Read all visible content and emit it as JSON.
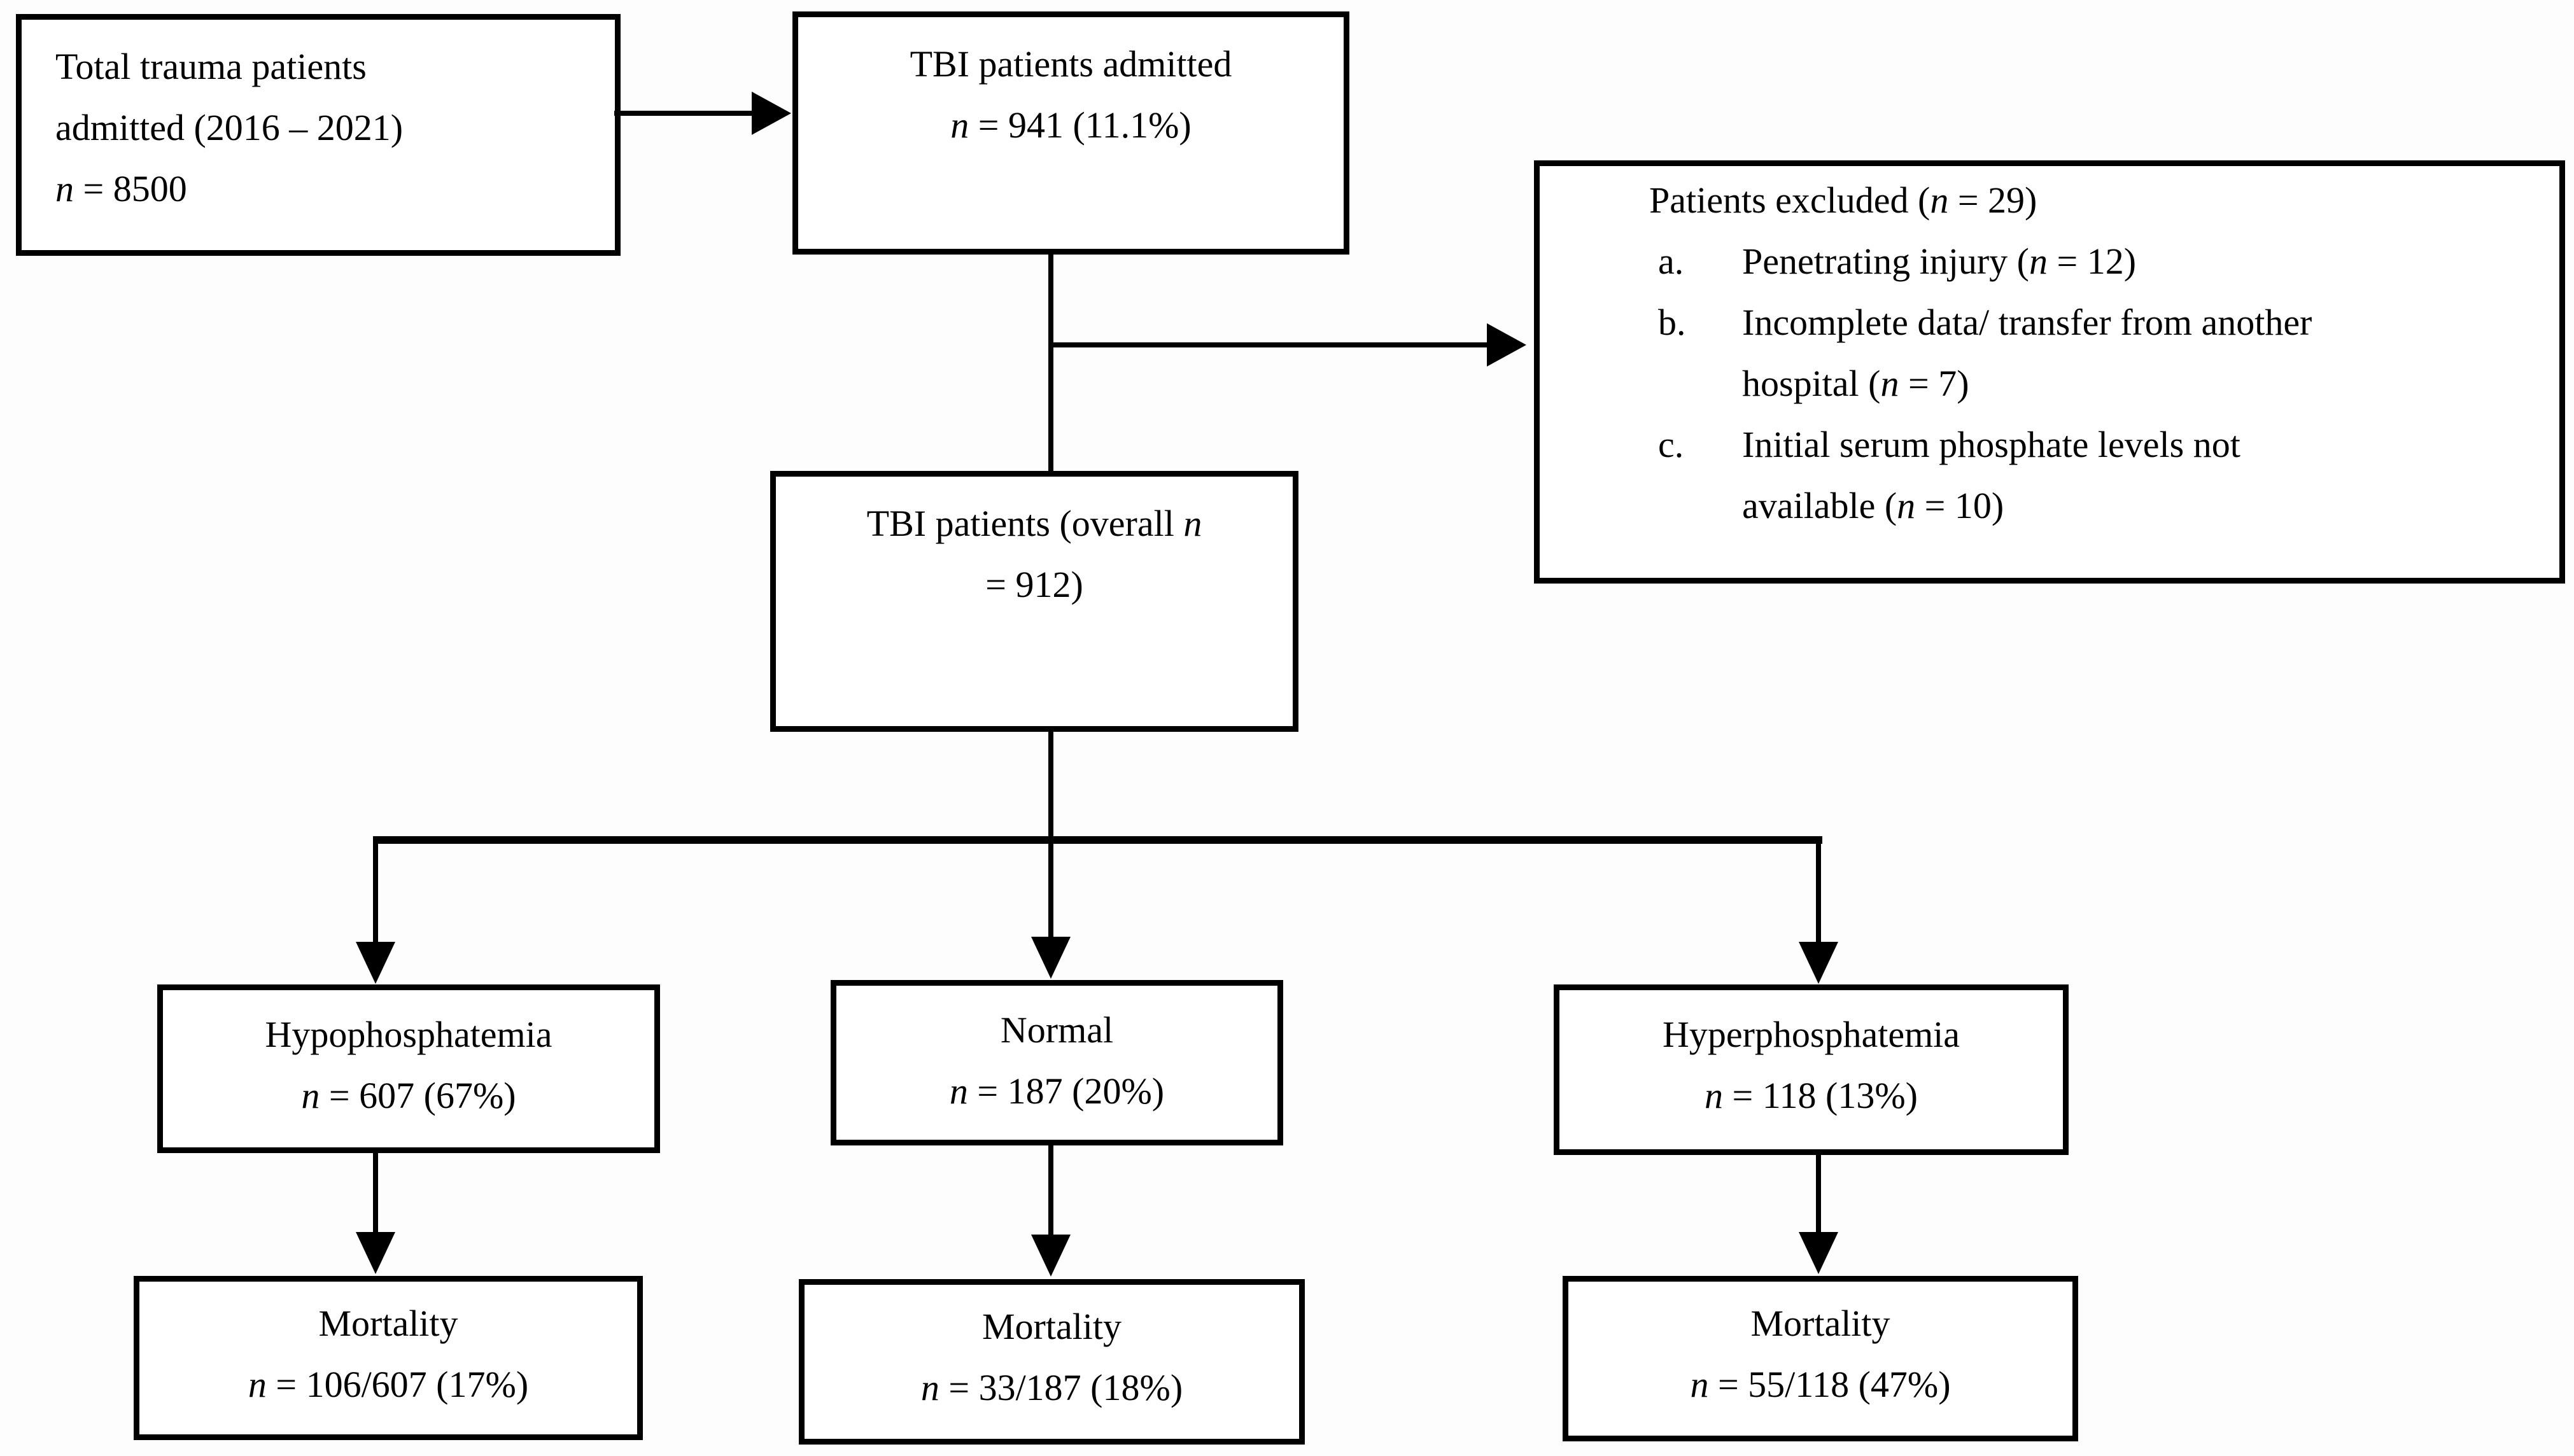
{
  "page": {
    "background": "#fdfdfd",
    "ink": "#000000"
  },
  "symbols": {
    "n": "n"
  },
  "flowchart": {
    "boxes": {
      "total_trauma": {
        "line1": "Total trauma patients",
        "line2": "admitted (2016 – 2021)",
        "n_rest": " = 8500"
      },
      "tbi_admitted": {
        "line1": "TBI patients admitted",
        "n_rest": " = 941 (11.1%)"
      },
      "excluded": {
        "header_pre": "Patients excluded (",
        "header_post": " = 29)",
        "items": [
          {
            "label": "a.",
            "pre": "Penetrating injury (",
            "post": " = 12)"
          },
          {
            "label": "b.",
            "line1": "Incomplete data/ transfer from another",
            "pre": "hospital (",
            "post": " = 7)"
          },
          {
            "label": "c.",
            "line1": "Initial serum phosphate levels not",
            "pre": "available (",
            "post": " = 10)"
          }
        ]
      },
      "tbi_overall": {
        "line1_pre": "TBI patients (overall ",
        "line2": "= 912)"
      },
      "hypo": {
        "title": "Hypophosphatemia",
        "n_rest": " = 607 (67%)"
      },
      "normal": {
        "title": "Normal",
        "n_rest": " = 187 (20%)"
      },
      "hyper": {
        "title": "Hyperphosphatemia",
        "n_rest": " = 118 (13%)"
      },
      "mort_hypo": {
        "title": "Mortality",
        "n_rest": " = 106/607 (17%)"
      },
      "mort_normal": {
        "title": "Mortality",
        "n_rest": " = 33/187 (18%)"
      },
      "mort_hyper": {
        "title": "Mortality",
        "n_rest": " = 55/118 (47%)"
      }
    }
  }
}
